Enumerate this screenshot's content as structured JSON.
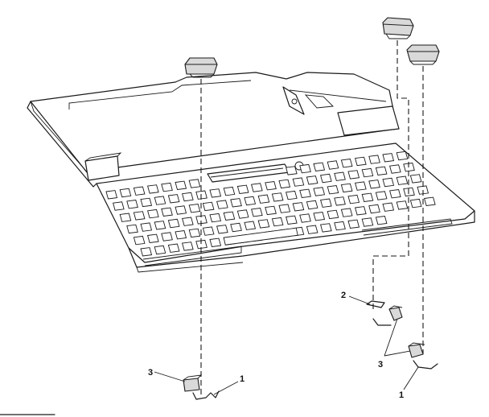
{
  "callouts": {
    "c1_left": "1",
    "c2": "2",
    "c3_left": "3",
    "c3_right": "3",
    "c1_right": "1"
  }
}
